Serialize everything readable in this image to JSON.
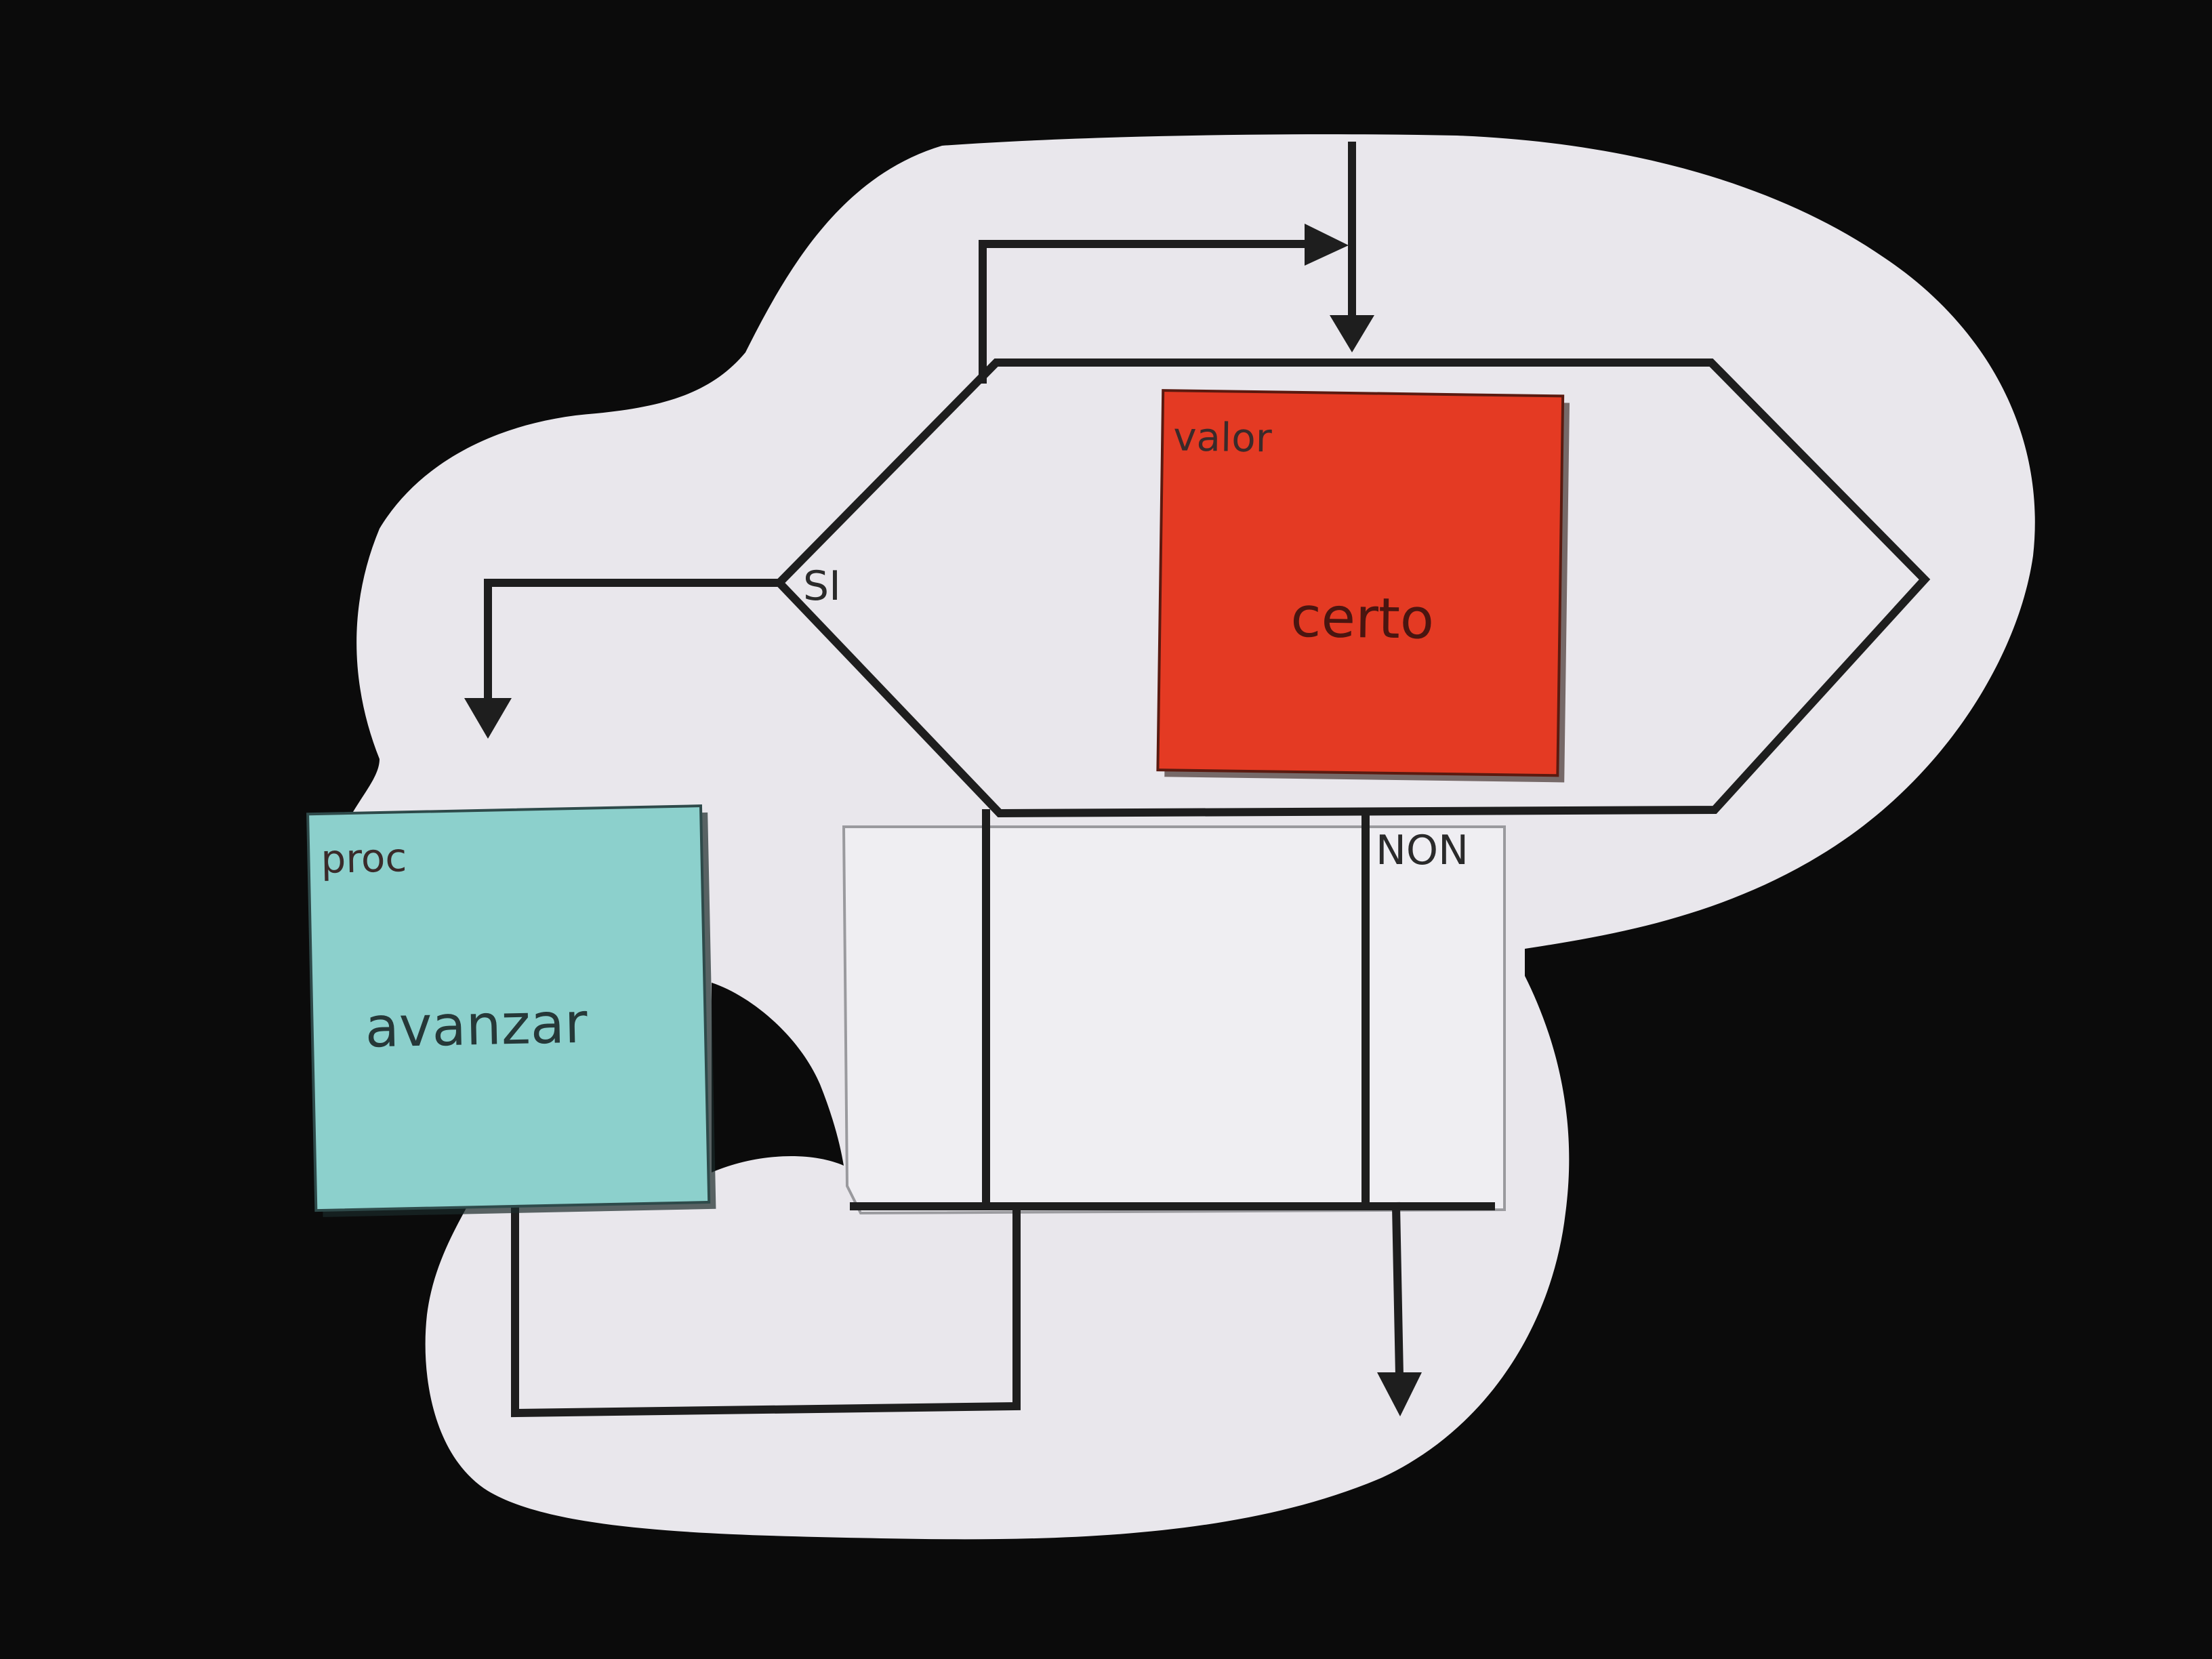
{
  "diagram": {
    "decision_block": {
      "yes_label": "SI",
      "no_label": "NON",
      "slot_label": "valor"
    },
    "value_card": {
      "tag": "valor",
      "text": "certo",
      "color": "#e43a23"
    },
    "process_card": {
      "tag": "proc",
      "text": "avanzar",
      "color": "#8cd0cc"
    },
    "colors": {
      "paper": "#eceaef",
      "background": "#0b0b0b",
      "line": "#1e1e1e"
    }
  }
}
